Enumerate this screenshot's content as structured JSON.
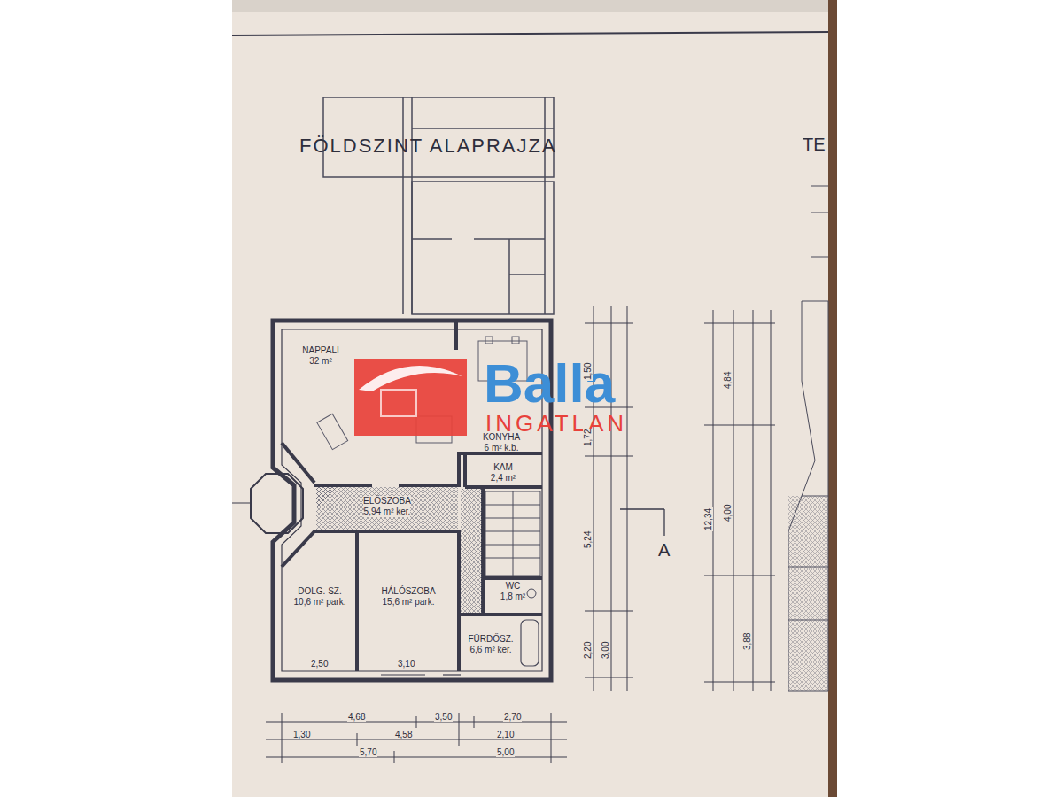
{
  "diagram": {
    "title": "FÖLDSZINT ALAPRAJZA",
    "nodes": [
      {
        "text": [
          "NAPPALI",
          "32 m²"
        ]
      },
      {
        "text": [
          "KONYHA",
          "6 m² k.b."
        ]
      },
      {
        "text": [
          "KAM",
          "2,4 m²"
        ]
      },
      {
        "text": [
          "ELŐSZOBA",
          "5,94 m² ker."
        ]
      },
      {
        "text": [
          "DOLG. SZ.",
          "10,6 m² park."
        ]
      },
      {
        "text": [
          "HÁLÓSZOBA",
          "15,6 m² park."
        ]
      },
      {
        "text": [
          "WC",
          "1,8 m²"
        ]
      },
      {
        "text": [
          "FÜRDŐSZ.",
          "6,6 m² ker."
        ]
      }
    ],
    "labels": [
      "Balla",
      "INGATLAN",
      "TE",
      "A",
      "4,68",
      "3,50",
      "2,70",
      "1,30",
      "4,58",
      "2,10",
      "5,70",
      "5,00",
      "2,50",
      "3,10",
      "1,50",
      "1,72",
      "5,24",
      "2,20",
      "3,00",
      "12,34",
      "4,84",
      "4,00",
      "3,88"
    ]
  }
}
